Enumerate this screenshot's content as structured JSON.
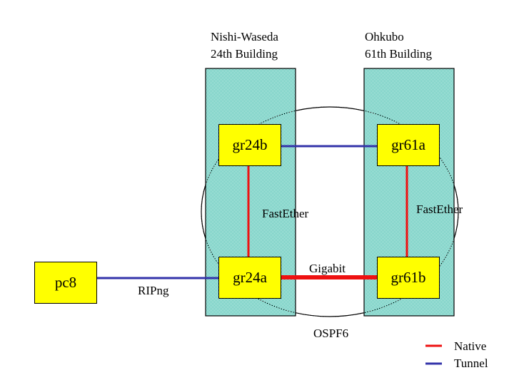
{
  "buildings": [
    {
      "id": "nishi-waseda",
      "line1": "Nishi-Waseda",
      "line2": "24th Building"
    },
    {
      "id": "ohkubo",
      "line1": "Ohkubo",
      "line2": "61th Building"
    }
  ],
  "nodes": {
    "gr24b": "gr24b",
    "gr61a": "gr61a",
    "gr24a": "gr24a",
    "gr61b": "gr61b",
    "pc8": "pc8"
  },
  "links": [
    {
      "from": "gr24b",
      "to": "gr61a",
      "type": "Tunnel"
    },
    {
      "from": "gr24b",
      "to": "gr24a",
      "type": "Native",
      "label": "FastEther"
    },
    {
      "from": "gr61a",
      "to": "gr61b",
      "type": "Native",
      "label": "FastEther"
    },
    {
      "from": "gr24a",
      "to": "gr61b",
      "type": "Native",
      "label": "Gigabit"
    },
    {
      "from": "pc8",
      "to": "gr24a",
      "type": "Tunnel",
      "label": "RIPng"
    }
  ],
  "labels": {
    "fastether_left": "FastEther",
    "fastether_right": "FastEther",
    "gigabit": "Gigabit",
    "ripng": "RIPng",
    "ospf6": "OSPF6"
  },
  "legend": [
    {
      "label": "Native",
      "color": "#ee1111"
    },
    {
      "label": "Tunnel",
      "color": "#3333aa"
    }
  ],
  "colors": {
    "building_fill": "#33bbaa",
    "node_fill": "#ffff00",
    "native": "#ee1111",
    "tunnel": "#3333aa"
  }
}
